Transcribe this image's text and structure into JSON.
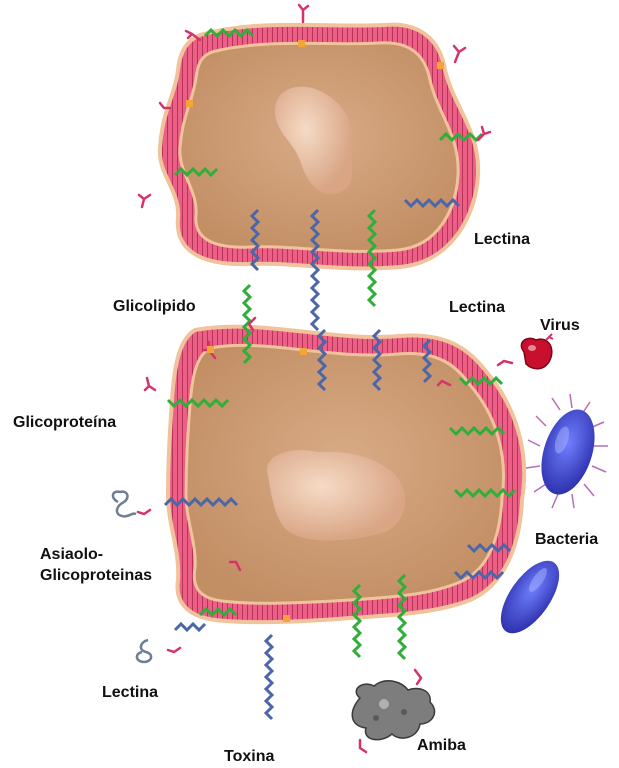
{
  "labels": {
    "lectina_top": "Lectina",
    "glicolipido": "Glicolipido",
    "lectina_mid": "Lectina",
    "virus": "Virus",
    "glicoproteina": "Glicoproteína",
    "asialo_1": "Asiaolo-",
    "asialo_2": "Glicoproteinas",
    "bacteria": "Bacteria",
    "lectina_bottom": "Lectina",
    "toxina": "Toxina",
    "amiba": "Amiba"
  },
  "colors": {
    "cytoplasm": "#d0a078",
    "membrane": "#e8537a",
    "lipid_head": "#f2c29a",
    "nucleus": "#e9c3a7",
    "glycoprotein": "#2fae3a",
    "lectin": "#4c67a8",
    "sugar": "#d6336c",
    "virus": "#c8102e",
    "bacteria": "#3940c0",
    "amoeba": "#7d7d7d"
  },
  "icons": [
    "cell-membrane",
    "nucleus",
    "glycoprotein-helix",
    "lectin-helix",
    "sugar-chain",
    "virus",
    "bacterium",
    "amoeba",
    "toxin"
  ]
}
